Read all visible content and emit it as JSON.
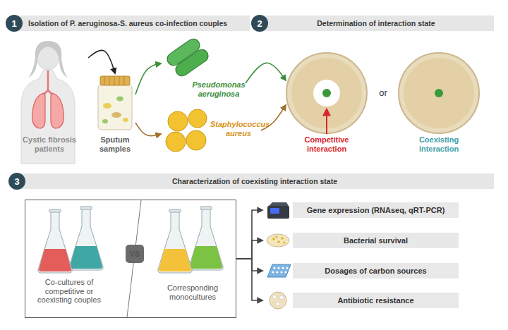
{
  "diagram": {
    "nodes": [
      {
        "text": [
          "Isolation of P. aeruginosa-S. aureus co-infection couples"
        ]
      },
      {
        "text": [
          "1"
        ],
        "in": 0
      },
      {
        "text": [
          "Determination of interaction state"
        ]
      },
      {
        "text": [
          "2"
        ],
        "in": 2
      },
      {
        "text": [
          "Cystic fibrosis patients"
        ]
      },
      {
        "text": [
          "Sputum samples"
        ]
      },
      {
        "text": [
          "Pseudomonas aeruginosa"
        ]
      },
      {
        "text": [
          "Staphylococcus aureus"
        ]
      },
      {
        "text": [
          "Competitive interaction"
        ]
      },
      {
        "text": [
          "Coexisting interaction"
        ]
      },
      {
        "text": [
          "Characterization of coexisting interaction state"
        ]
      },
      {
        "text": [
          "3"
        ],
        "in": 10
      },
      {
        "text": [
          "Co-cultures of competitive or coexisting couples",
          "Corresponding monocultures"
        ]
      },
      {
        "text": [
          "VS"
        ],
        "in": 12
      },
      {
        "text": [
          "Gene expression (RNAseq, qRT-PCR)"
        ]
      },
      {
        "text": [
          "Bacterial survival"
        ]
      },
      {
        "text": [
          "Dosages of carbon sources"
        ]
      },
      {
        "text": [
          "Antibiotic resistance"
        ]
      }
    ],
    "edges": [
      {
        "from": 4,
        "to": 5,
        "arrow": "to"
      },
      {
        "from": 5,
        "to": 6,
        "arrow": "to"
      },
      {
        "from": 5,
        "to": 7,
        "arrow": "to"
      },
      {
        "from": 6,
        "to": 8,
        "arrow": "to"
      },
      {
        "from": 7,
        "to": 8,
        "arrow": "to"
      },
      {
        "from": 12,
        "to": 14,
        "arrow": "to"
      },
      {
        "from": 12,
        "to": 15,
        "arrow": "to"
      },
      {
        "from": 12,
        "to": 16,
        "arrow": "to"
      },
      {
        "from": 12,
        "to": 17,
        "arrow": "to"
      }
    ],
    "labels": [
      "or"
    ]
  }
}
